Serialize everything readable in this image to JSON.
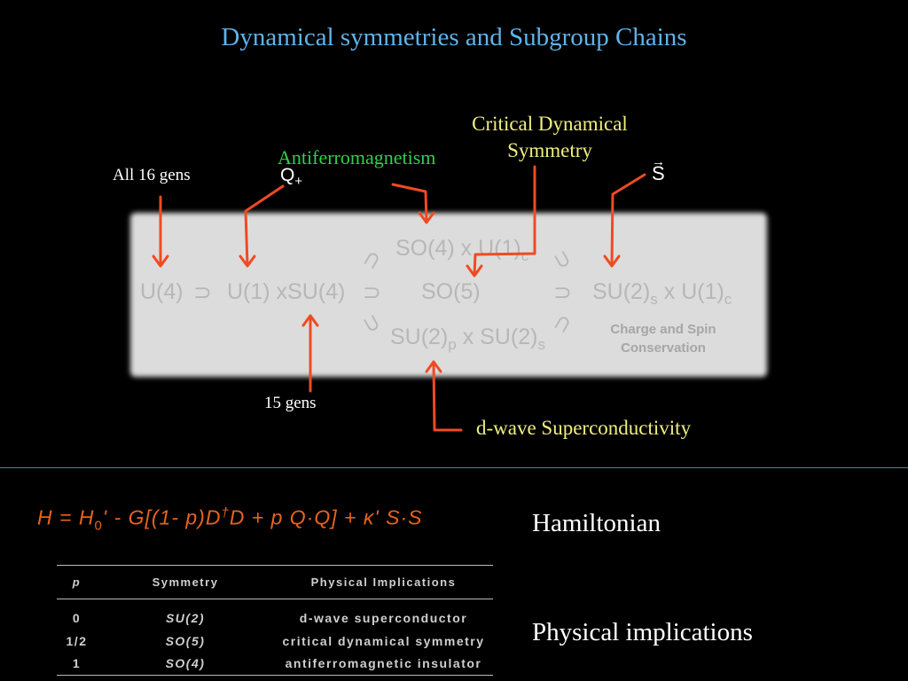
{
  "title": "Dynamical symmetries and Subgroup Chains",
  "labels": {
    "all16": "All 16 gens",
    "qplus": "Q",
    "qplus_sub": "+",
    "antiferro": "Antiferromagnetism",
    "critical": "Critical Dynamical Symmetry",
    "s_vec": "S",
    "gens15": "15 gens",
    "dwave": "d-wave Superconductivity"
  },
  "chain": {
    "u4": "U(4)",
    "u1su4": "U(1) xSU(4)",
    "so4u1": "SO(4) x U(1)",
    "so4u1_sub": "c",
    "so5": "SO(5)",
    "su2su2": "SU(2)",
    "su2su2_sub1": "p",
    "su2su2_mid": " x SU(2)",
    "su2su2_sub2": "s",
    "su2u1": "SU(2)",
    "su2u1_sub1": "s",
    "su2u1_mid": " x U(1)",
    "su2u1_sub2": "c",
    "conservation": "Charge and Spin Conservation",
    "supset": "⊃"
  },
  "hamiltonian": {
    "text_a": "H  =  H",
    "sub0": "0",
    "text_b": "'  -  G[(1-  p)D",
    "dagger": "†",
    "text_c": "D  +  p Q·Q]  +  κ' S·S"
  },
  "table": {
    "headers": [
      "p",
      "Symmetry",
      "Physical Implications"
    ],
    "rows": [
      {
        "p": "0",
        "symmetry": "SU(2)",
        "implication": "d-wave superconductor"
      },
      {
        "p": "1/2",
        "symmetry": "SO(5)",
        "implication": "critical dynamical symmetry"
      },
      {
        "p": "1",
        "symmetry": "SO(4)",
        "implication": "antiferromagnetic insulator"
      }
    ]
  },
  "side_labels": {
    "hamiltonian": "Hamiltonian",
    "physical": "Physical implications"
  },
  "colors": {
    "title": "#5fb3ea",
    "arrow": "#f04a22",
    "antiferro": "#2fd04a",
    "yellow": "#f0ef80",
    "hamiltonian": "#e8621d",
    "divider": "#3f86b0"
  }
}
